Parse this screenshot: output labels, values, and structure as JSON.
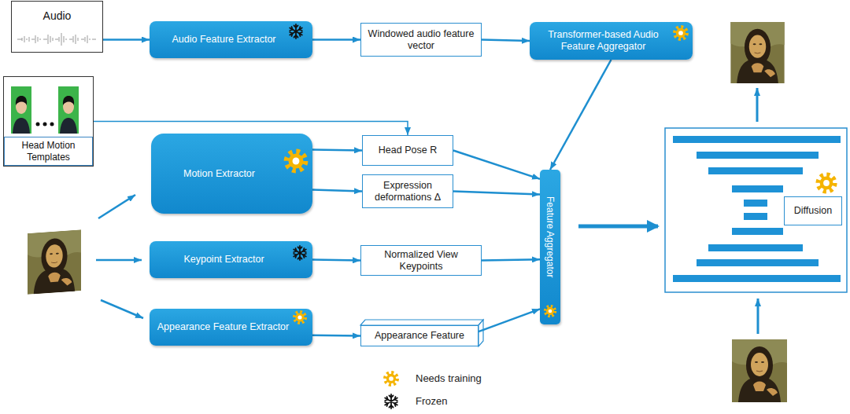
{
  "diagram": {
    "nodes": [
      {
        "text": [
          "Audio"
        ]
      },
      {
        "text": [
          "Audio Feature Extractor"
        ]
      },
      {
        "text": [
          "Windowed audio feature vector"
        ]
      },
      {
        "text": [
          "Transformer-based Audio Feature Aggregator"
        ]
      },
      {
        "text": [
          "Head Motion Templates"
        ]
      },
      {
        "text": [
          "Motion Extractor"
        ]
      },
      {
        "text": [
          "Head Pose R"
        ]
      },
      {
        "text": [
          "Expression deformations Δ"
        ]
      },
      {
        "text": [
          "Keypoint Extractor"
        ]
      },
      {
        "text": [
          "Normalized View Keypoints"
        ]
      },
      {
        "text": [
          "Feature Aggregator"
        ]
      },
      {
        "text": [
          "Appearance Feature Extractor"
        ]
      },
      {
        "text": [
          "Appearance Feature"
        ]
      },
      {
        "text": [
          "Diffusion"
        ]
      }
    ],
    "edges": [
      {
        "from": 0,
        "to": 1,
        "arrow": "to"
      },
      {
        "from": 1,
        "to": 2,
        "arrow": "to"
      },
      {
        "from": 2,
        "to": 3,
        "arrow": "to"
      },
      {
        "from": 3,
        "to": 10,
        "arrow": "to"
      },
      {
        "from": 4,
        "to": 6,
        "arrow": "to"
      },
      {
        "from": 5,
        "to": 6,
        "arrow": "to"
      },
      {
        "from": 5,
        "to": 7,
        "arrow": "to"
      },
      {
        "from": 6,
        "to": 10,
        "arrow": "to"
      },
      {
        "from": 7,
        "to": 10,
        "arrow": "to"
      },
      {
        "from": 9,
        "to": 10,
        "arrow": "to"
      },
      {
        "from": 12,
        "to": 10,
        "arrow": "to"
      },
      {
        "from": 8,
        "to": 9,
        "arrow": "to"
      },
      {
        "from": 11,
        "to": 12,
        "arrow": "to"
      }
    ],
    "legend": [
      {
        "text": "Needs training"
      },
      {
        "text": "Frozen"
      }
    ]
  }
}
